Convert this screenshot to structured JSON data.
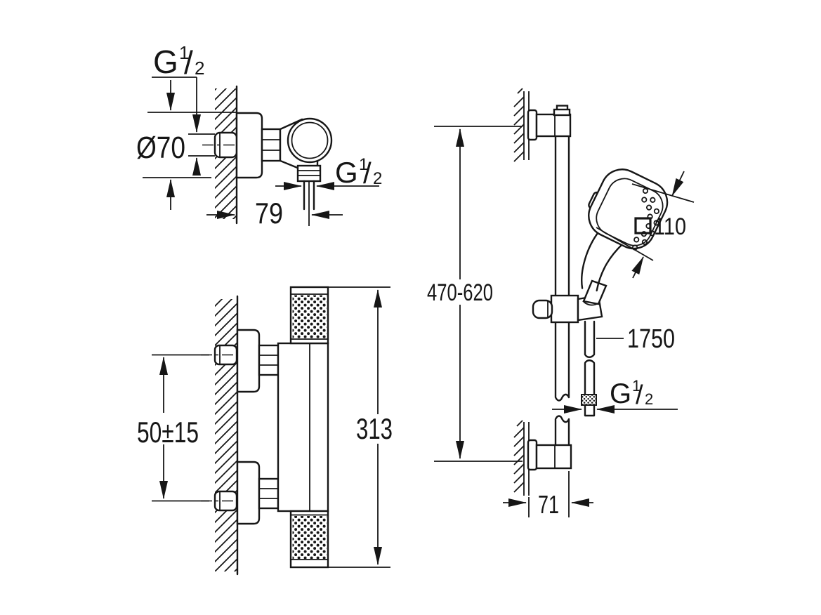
{
  "colors": {
    "background": "#ffffff",
    "line": "#161616"
  },
  "views": {
    "mixer_side": {
      "dims": {
        "top_thread": {
          "base": "G",
          "numerator": "1",
          "slash": "/",
          "denominator": "2"
        },
        "flange_diameter": "Ø70",
        "outlet_thread": {
          "base": "G",
          "numerator": "1",
          "slash": "/",
          "denominator": "2"
        },
        "wall_to_outlet": "79"
      }
    },
    "mixer_profile": {
      "dims": {
        "supply_offset": "50±15",
        "overall_height": "313"
      }
    },
    "rail_set": {
      "dims": {
        "bar_range": "470-620",
        "head_size": "110",
        "hose_length": "1750",
        "hose_thread": {
          "base": "G",
          "numerator": "1",
          "slash": "/",
          "denominator": "2"
        },
        "wall_to_bar": "71"
      }
    }
  }
}
